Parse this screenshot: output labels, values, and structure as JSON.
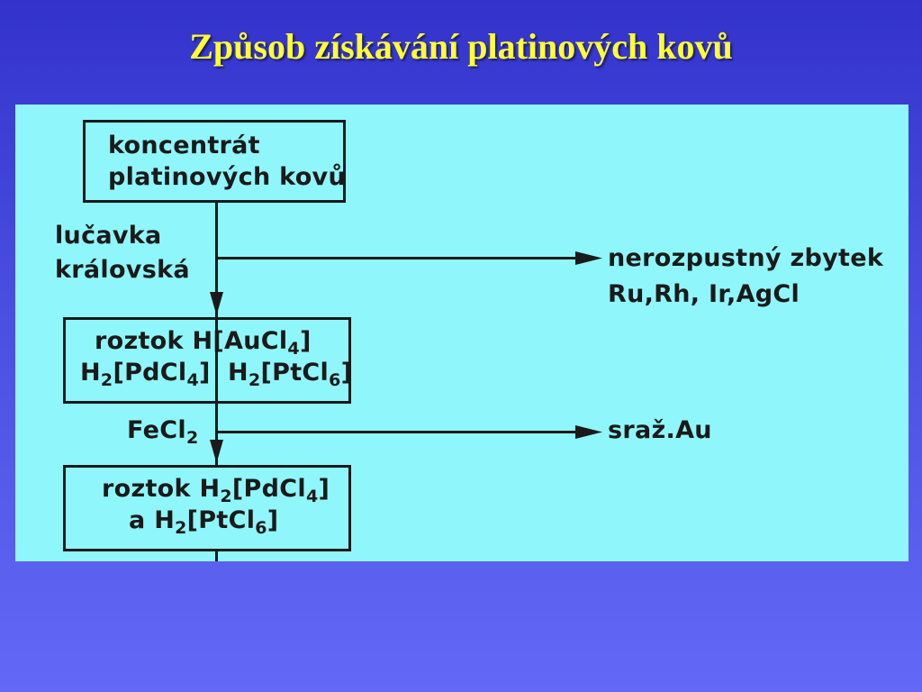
{
  "title": "Způsob získávání platinových kovů",
  "diagram": {
    "box1": {
      "line1": "koncentrát",
      "line2": "platinových kovů"
    },
    "reagent1": {
      "line1": "lučavka",
      "line2": "královská"
    },
    "output1": {
      "line1": "nerozpustný zbytek",
      "line2": "Ru,Rh, Ir,AgCl"
    },
    "box2": {
      "line1_text": "roztok H[AuCl",
      "line1_sub": "4",
      "line1_end": "]",
      "l2_a": "H",
      "l2_a_sub": "2",
      "l2_b": "[PdCl",
      "l2_b_sub": "4",
      "l2_c": "]",
      "l2_d": "H",
      "l2_d_sub": "2",
      "l2_e": "[PtCl",
      "l2_e_sub": "6",
      "l2_f": "]"
    },
    "reagent2": {
      "text": "FeCl",
      "sub": "2"
    },
    "output2": {
      "text": "sraž.Au"
    },
    "box3": {
      "l1_a": "roztok H",
      "l1_a_sub": "2",
      "l1_b": "[PdCl",
      "l1_b_sub": "4",
      "l1_c": "]",
      "l2_a": "a H",
      "l2_a_sub": "2",
      "l2_b": "[PtCl",
      "l2_b_sub": "6",
      "l2_c": "]"
    }
  }
}
